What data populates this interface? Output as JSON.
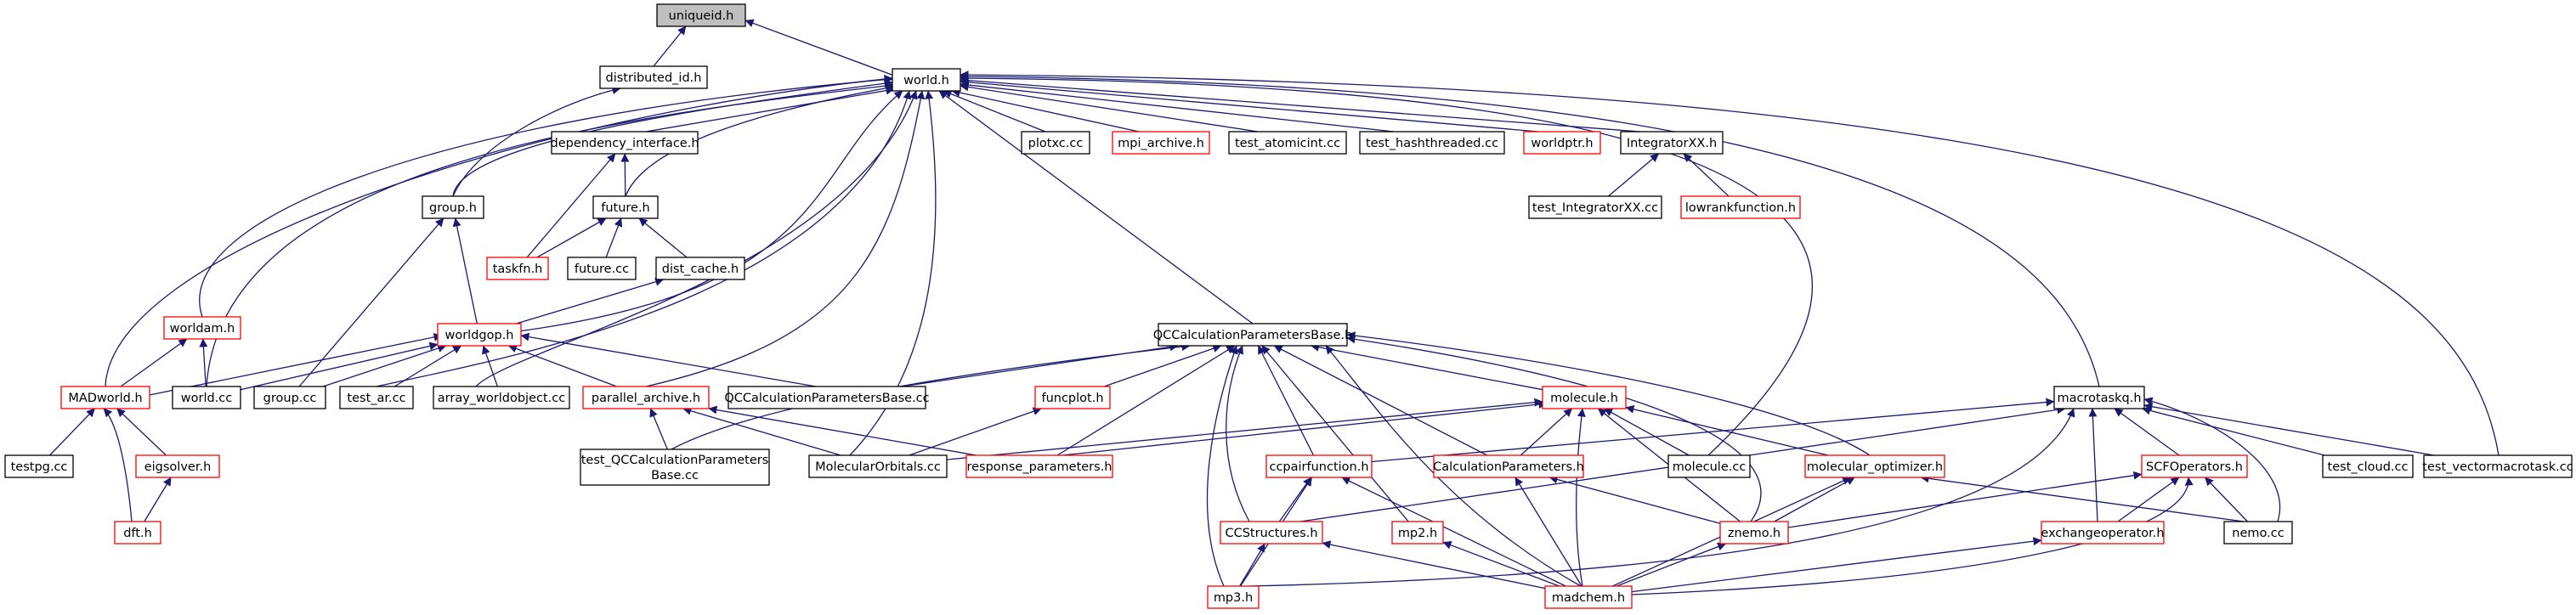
{
  "colors": {
    "edge": "#191970",
    "focus_fill": "#bfbfbf",
    "normal_border": "#000000",
    "link_border": "#ff0000",
    "link_text": "#ff0000",
    "text": "#000000"
  },
  "nodes": [
    {
      "id": "uniqueid_h",
      "label": "uniqueid.h",
      "style": "focus"
    },
    {
      "id": "distributed_id_h",
      "label": "distributed_id.h",
      "style": "normal"
    },
    {
      "id": "world_h",
      "label": "world.h",
      "style": "normal"
    },
    {
      "id": "dependency_interface_h",
      "label": "dependency_interface.h",
      "style": "normal"
    },
    {
      "id": "plotxc_cc",
      "label": "plotxc.cc",
      "style": "normal"
    },
    {
      "id": "mpi_archive_h",
      "label": "mpi_archive.h",
      "style": "red"
    },
    {
      "id": "test_atomicint_cc",
      "label": "test_atomicint.cc",
      "style": "normal"
    },
    {
      "id": "test_hashthreaded_cc",
      "label": "test_hashthreaded.cc",
      "style": "normal"
    },
    {
      "id": "worldptr_h",
      "label": "worldptr.h",
      "style": "red"
    },
    {
      "id": "IntegratorXX_h",
      "label": "IntegratorXX.h",
      "style": "normal"
    },
    {
      "id": "group_h",
      "label": "group.h",
      "style": "normal"
    },
    {
      "id": "future_h",
      "label": "future.h",
      "style": "normal"
    },
    {
      "id": "test_IntegratorXX_cc",
      "label": "test_IntegratorXX.cc",
      "style": "normal"
    },
    {
      "id": "lowrankfunction_h",
      "label": "lowrankfunction.h",
      "style": "red"
    },
    {
      "id": "taskfn_h",
      "label": "taskfn.h",
      "style": "red"
    },
    {
      "id": "future_cc",
      "label": "future.cc",
      "style": "normal"
    },
    {
      "id": "dist_cache_h",
      "label": "dist_cache.h",
      "style": "normal"
    },
    {
      "id": "worldam_h",
      "label": "worldam.h",
      "style": "red"
    },
    {
      "id": "worldgop_h",
      "label": "worldgop.h",
      "style": "red"
    },
    {
      "id": "QCCalculationParametersBase_h",
      "label": "QCCalculationParametersBase.h",
      "style": "normal"
    },
    {
      "id": "MADworld_h",
      "label": "MADworld.h",
      "style": "red"
    },
    {
      "id": "world_cc",
      "label": "world.cc",
      "style": "normal"
    },
    {
      "id": "group_cc",
      "label": "group.cc",
      "style": "normal"
    },
    {
      "id": "test_ar_cc",
      "label": "test_ar.cc",
      "style": "normal"
    },
    {
      "id": "array_worldobject_cc",
      "label": "array_worldobject.cc",
      "style": "normal"
    },
    {
      "id": "parallel_archive_h",
      "label": "parallel_archive.h",
      "style": "red"
    },
    {
      "id": "QCCalculationParametersBase_cc",
      "label": "QCCalculationParametersBase.cc",
      "style": "normal"
    },
    {
      "id": "funcplot_h",
      "label": "funcplot.h",
      "style": "red"
    },
    {
      "id": "molecule_h",
      "label": "molecule.h",
      "style": "red"
    },
    {
      "id": "macrotaskq_h",
      "label": "macrotaskq.h",
      "style": "normal"
    },
    {
      "id": "testpg_cc",
      "label": "testpg.cc",
      "style": "normal"
    },
    {
      "id": "eigsolver_h",
      "label": "eigsolver.h",
      "style": "red"
    },
    {
      "id": "test_QCCalculationParametersBase_cc",
      "label": [
        "test_QCCalculationParameters",
        "Base.cc"
      ],
      "style": "normal"
    },
    {
      "id": "MolecularOrbitals_cc",
      "label": "MolecularOrbitals.cc",
      "style": "normal"
    },
    {
      "id": "response_parameters_h",
      "label": "response_parameters.h",
      "style": "red"
    },
    {
      "id": "ccpairfunction_h",
      "label": "ccpairfunction.h",
      "style": "red"
    },
    {
      "id": "CalculationParameters_h",
      "label": "CalculationParameters.h",
      "style": "red"
    },
    {
      "id": "molecule_cc",
      "label": "molecule.cc",
      "style": "normal"
    },
    {
      "id": "molecular_optimizer_h",
      "label": "molecular_optimizer.h",
      "style": "red"
    },
    {
      "id": "SCFOperators_h",
      "label": "SCFOperators.h",
      "style": "red"
    },
    {
      "id": "test_cloud_cc",
      "label": "test_cloud.cc",
      "style": "normal"
    },
    {
      "id": "test_vectormacrotask_cc",
      "label": "test_vectormacrotask.cc",
      "style": "normal"
    },
    {
      "id": "dft_h",
      "label": "dft.h",
      "style": "red"
    },
    {
      "id": "CCStructures_h",
      "label": "CCStructures.h",
      "style": "red"
    },
    {
      "id": "mp2_h",
      "label": "mp2.h",
      "style": "red"
    },
    {
      "id": "znemo_h",
      "label": "znemo.h",
      "style": "red"
    },
    {
      "id": "exchangeoperator_h",
      "label": "exchangeoperator.h",
      "style": "red"
    },
    {
      "id": "nemo_cc",
      "label": "nemo.cc",
      "style": "normal"
    },
    {
      "id": "mp3_h",
      "label": "mp3.h",
      "style": "red"
    },
    {
      "id": "madchem_h",
      "label": "madchem.h",
      "style": "red"
    }
  ],
  "edges": [
    [
      "distributed_id_h",
      "uniqueid_h"
    ],
    [
      "world_h",
      "uniqueid_h"
    ],
    [
      "group_h",
      "distributed_id_h"
    ],
    [
      "dependency_interface_h",
      "world_h"
    ],
    [
      "plotxc_cc",
      "world_h"
    ],
    [
      "mpi_archive_h",
      "world_h"
    ],
    [
      "test_atomicint_cc",
      "world_h"
    ],
    [
      "test_hashthreaded_cc",
      "world_h"
    ],
    [
      "worldptr_h",
      "world_h"
    ],
    [
      "IntegratorXX_h",
      "world_h"
    ],
    [
      "group_h",
      "world_h"
    ],
    [
      "future_h",
      "world_h"
    ],
    [
      "worldam_h",
      "world_h"
    ],
    [
      "MADworld_h",
      "world_h"
    ],
    [
      "world_cc",
      "world_h"
    ],
    [
      "worldgop_h",
      "world_h"
    ],
    [
      "test_ar_cc",
      "world_h"
    ],
    [
      "array_worldobject_cc",
      "world_h"
    ],
    [
      "parallel_archive_h",
      "world_h"
    ],
    [
      "MolecularOrbitals_cc",
      "world_h"
    ],
    [
      "QCCalculationParametersBase_h",
      "world_h"
    ],
    [
      "molecule_cc",
      "world_h"
    ],
    [
      "macrotaskq_h",
      "world_h"
    ],
    [
      "test_vectormacrotask_cc",
      "world_h"
    ],
    [
      "future_h",
      "dependency_interface_h"
    ],
    [
      "taskfn_h",
      "dependency_interface_h"
    ],
    [
      "test_IntegratorXX_cc",
      "IntegratorXX_h"
    ],
    [
      "lowrankfunction_h",
      "IntegratorXX_h"
    ],
    [
      "taskfn_h",
      "future_h"
    ],
    [
      "future_cc",
      "future_h"
    ],
    [
      "dist_cache_h",
      "future_h"
    ],
    [
      "worldgop_h",
      "group_h"
    ],
    [
      "group_cc",
      "group_h"
    ],
    [
      "worldgop_h",
      "dist_cache_h"
    ],
    [
      "MADworld_h",
      "worldam_h"
    ],
    [
      "world_cc",
      "worldam_h"
    ],
    [
      "MADworld_h",
      "worldgop_h"
    ],
    [
      "world_cc",
      "worldgop_h"
    ],
    [
      "group_cc",
      "worldgop_h"
    ],
    [
      "test_ar_cc",
      "worldgop_h"
    ],
    [
      "array_worldobject_cc",
      "worldgop_h"
    ],
    [
      "parallel_archive_h",
      "worldgop_h"
    ],
    [
      "QCCalculationParametersBase_cc",
      "worldgop_h"
    ],
    [
      "QCCalculationParametersBase_cc",
      "QCCalculationParametersBase_h"
    ],
    [
      "funcplot_h",
      "QCCalculationParametersBase_h"
    ],
    [
      "molecule_h",
      "QCCalculationParametersBase_h"
    ],
    [
      "test_QCCalculationParametersBase_cc",
      "QCCalculationParametersBase_h"
    ],
    [
      "response_parameters_h",
      "QCCalculationParametersBase_h"
    ],
    [
      "ccpairfunction_h",
      "QCCalculationParametersBase_h"
    ],
    [
      "CalculationParameters_h",
      "QCCalculationParametersBase_h"
    ],
    [
      "molecular_optimizer_h",
      "QCCalculationParametersBase_h"
    ],
    [
      "CCStructures_h",
      "QCCalculationParametersBase_h"
    ],
    [
      "mp2_h",
      "QCCalculationParametersBase_h"
    ],
    [
      "znemo_h",
      "QCCalculationParametersBase_h"
    ],
    [
      "mp3_h",
      "QCCalculationParametersBase_h"
    ],
    [
      "madchem_h",
      "QCCalculationParametersBase_h"
    ],
    [
      "testpg_cc",
      "MADworld_h"
    ],
    [
      "eigsolver_h",
      "MADworld_h"
    ],
    [
      "dft_h",
      "MADworld_h"
    ],
    [
      "dft_h",
      "eigsolver_h"
    ],
    [
      "test_QCCalculationParametersBase_cc",
      "parallel_archive_h"
    ],
    [
      "MolecularOrbitals_cc",
      "parallel_archive_h"
    ],
    [
      "response_parameters_h",
      "parallel_archive_h"
    ],
    [
      "MolecularOrbitals_cc",
      "funcplot_h"
    ],
    [
      "MolecularOrbitals_cc",
      "molecule_h"
    ],
    [
      "response_parameters_h",
      "molecule_h"
    ],
    [
      "CalculationParameters_h",
      "molecule_h"
    ],
    [
      "molecule_cc",
      "molecule_h"
    ],
    [
      "molecular_optimizer_h",
      "molecule_h"
    ],
    [
      "znemo_h",
      "molecule_h"
    ],
    [
      "madchem_h",
      "molecule_h"
    ],
    [
      "ccpairfunction_h",
      "macrotaskq_h"
    ],
    [
      "CCStructures_h",
      "macrotaskq_h"
    ],
    [
      "SCFOperators_h",
      "macrotaskq_h"
    ],
    [
      "test_cloud_cc",
      "macrotaskq_h"
    ],
    [
      "test_vectormacrotask_cc",
      "macrotaskq_h"
    ],
    [
      "exchangeoperator_h",
      "macrotaskq_h"
    ],
    [
      "nemo_cc",
      "macrotaskq_h"
    ],
    [
      "mp3_h",
      "macrotaskq_h"
    ],
    [
      "CCStructures_h",
      "ccpairfunction_h"
    ],
    [
      "mp3_h",
      "ccpairfunction_h"
    ],
    [
      "madchem_h",
      "ccpairfunction_h"
    ],
    [
      "znemo_h",
      "CalculationParameters_h"
    ],
    [
      "madchem_h",
      "CalculationParameters_h"
    ],
    [
      "znemo_h",
      "molecular_optimizer_h"
    ],
    [
      "madchem_h",
      "molecular_optimizer_h"
    ],
    [
      "nemo_cc",
      "molecular_optimizer_h"
    ],
    [
      "znemo_h",
      "SCFOperators_h"
    ],
    [
      "exchangeoperator_h",
      "SCFOperators_h"
    ],
    [
      "nemo_cc",
      "SCFOperators_h"
    ],
    [
      "madchem_h",
      "SCFOperators_h"
    ],
    [
      "mp3_h",
      "CCStructures_h"
    ],
    [
      "madchem_h",
      "CCStructures_h"
    ],
    [
      "madchem_h",
      "mp2_h"
    ],
    [
      "madchem_h",
      "znemo_h"
    ],
    [
      "madchem_h",
      "exchangeoperator_h"
    ]
  ]
}
